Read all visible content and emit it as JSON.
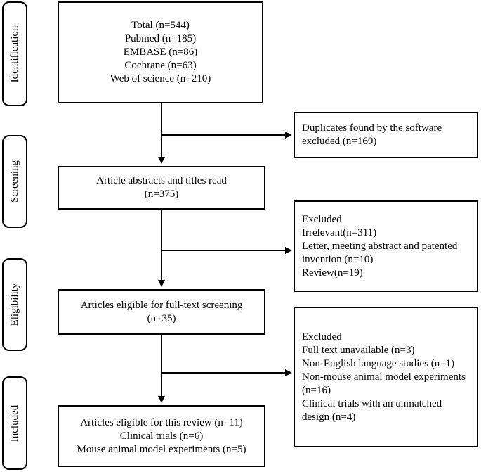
{
  "stages": [
    {
      "id": "identification",
      "label": "Identification"
    },
    {
      "id": "screening",
      "label": "Screening"
    },
    {
      "id": "eligibility",
      "label": "Eligibility"
    },
    {
      "id": "included",
      "label": "Included"
    }
  ],
  "boxes": {
    "identification": [
      "Total (n=544)",
      "Pubmed (n=185)",
      "EMBASE (n=86)",
      "Cochrane (n=63)",
      "Web of science (n=210)"
    ],
    "duplicates": [
      "Duplicates found by the software",
      "excluded (n=169)"
    ],
    "screening": [
      "Article abstracts and titles read",
      "(n=375)"
    ],
    "excluded_screening": [
      "Excluded",
      "Irrelevant(n=311)",
      "Letter, meeting abstract and patented",
      "invention (n=10)",
      "Review(n=19)"
    ],
    "eligibility": [
      "Articles eligible for full-text screening",
      "(n=35)"
    ],
    "excluded_eligibility": [
      "Excluded",
      "Full text unavailable (n=3)",
      "Non-English language studies (n=1)",
      "Non-mouse animal model experiments",
      "(n=16)",
      "Clinical trials with an unmatched",
      "design (n=4)"
    ],
    "included": [
      "Articles eligible for this review (n=11)",
      "Clinical trials (n=6)",
      "Mouse animal model experiments (n=5)"
    ]
  }
}
